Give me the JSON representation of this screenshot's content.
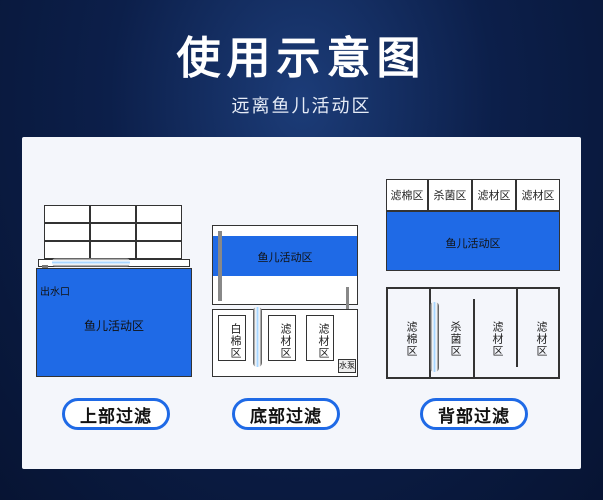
{
  "header": {
    "title": "使用示意图",
    "subtitle": "远离鱼儿活动区"
  },
  "diagrams": {
    "top": {
      "outlet_label": "出水口",
      "tank_label": "鱼儿活动区",
      "caption": "上部过滤"
    },
    "bottom": {
      "tank_label": "鱼儿活动区",
      "chambers": [
        "白棉区",
        "滤材区",
        "滤材区"
      ],
      "pump_label": "水泵",
      "caption": "底部过滤"
    },
    "back": {
      "top_cells": [
        "滤棉区",
        "杀菌区",
        "滤材区",
        "滤材区"
      ],
      "tank_label": "鱼儿活动区",
      "bottom_cells": [
        "滤棉区",
        "杀菌区",
        "滤材区",
        "滤材区"
      ],
      "caption": "背部过滤"
    }
  },
  "colors": {
    "accent": "#1f6ae6",
    "background": "#0c1f4a"
  }
}
